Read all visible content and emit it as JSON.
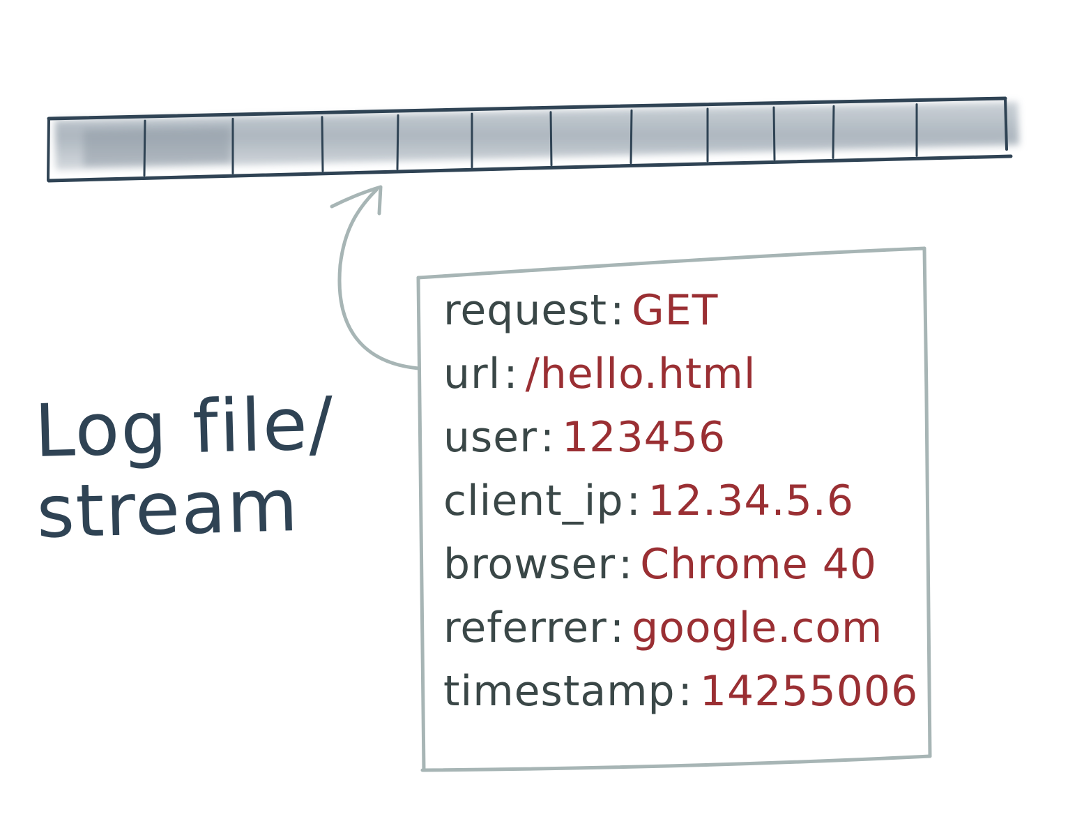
{
  "caption": {
    "line1": "Log file/",
    "line2": "stream"
  },
  "stream": {
    "segment_count": 11,
    "fill_color": "#9aa4ae",
    "outline_color": "#2f4354"
  },
  "arrow": {
    "color": "#a7b5b5",
    "icon": "curved-arrow-icon"
  },
  "record": {
    "separator": ":",
    "fields": [
      {
        "key": "request",
        "value": "GET"
      },
      {
        "key": "url",
        "value": "/hello.html"
      },
      {
        "key": "user",
        "value": "123456"
      },
      {
        "key": "client_ip",
        "value": "12.34.5.6"
      },
      {
        "key": "browser",
        "value": "Chrome 40"
      },
      {
        "key": "referrer",
        "value": "google.com"
      },
      {
        "key": "timestamp",
        "value": "14255006"
      }
    ]
  },
  "colors": {
    "key": "#3a4747",
    "value": "#9a2f33",
    "card_border": "#a7b5b5",
    "caption": "#2f4354"
  }
}
